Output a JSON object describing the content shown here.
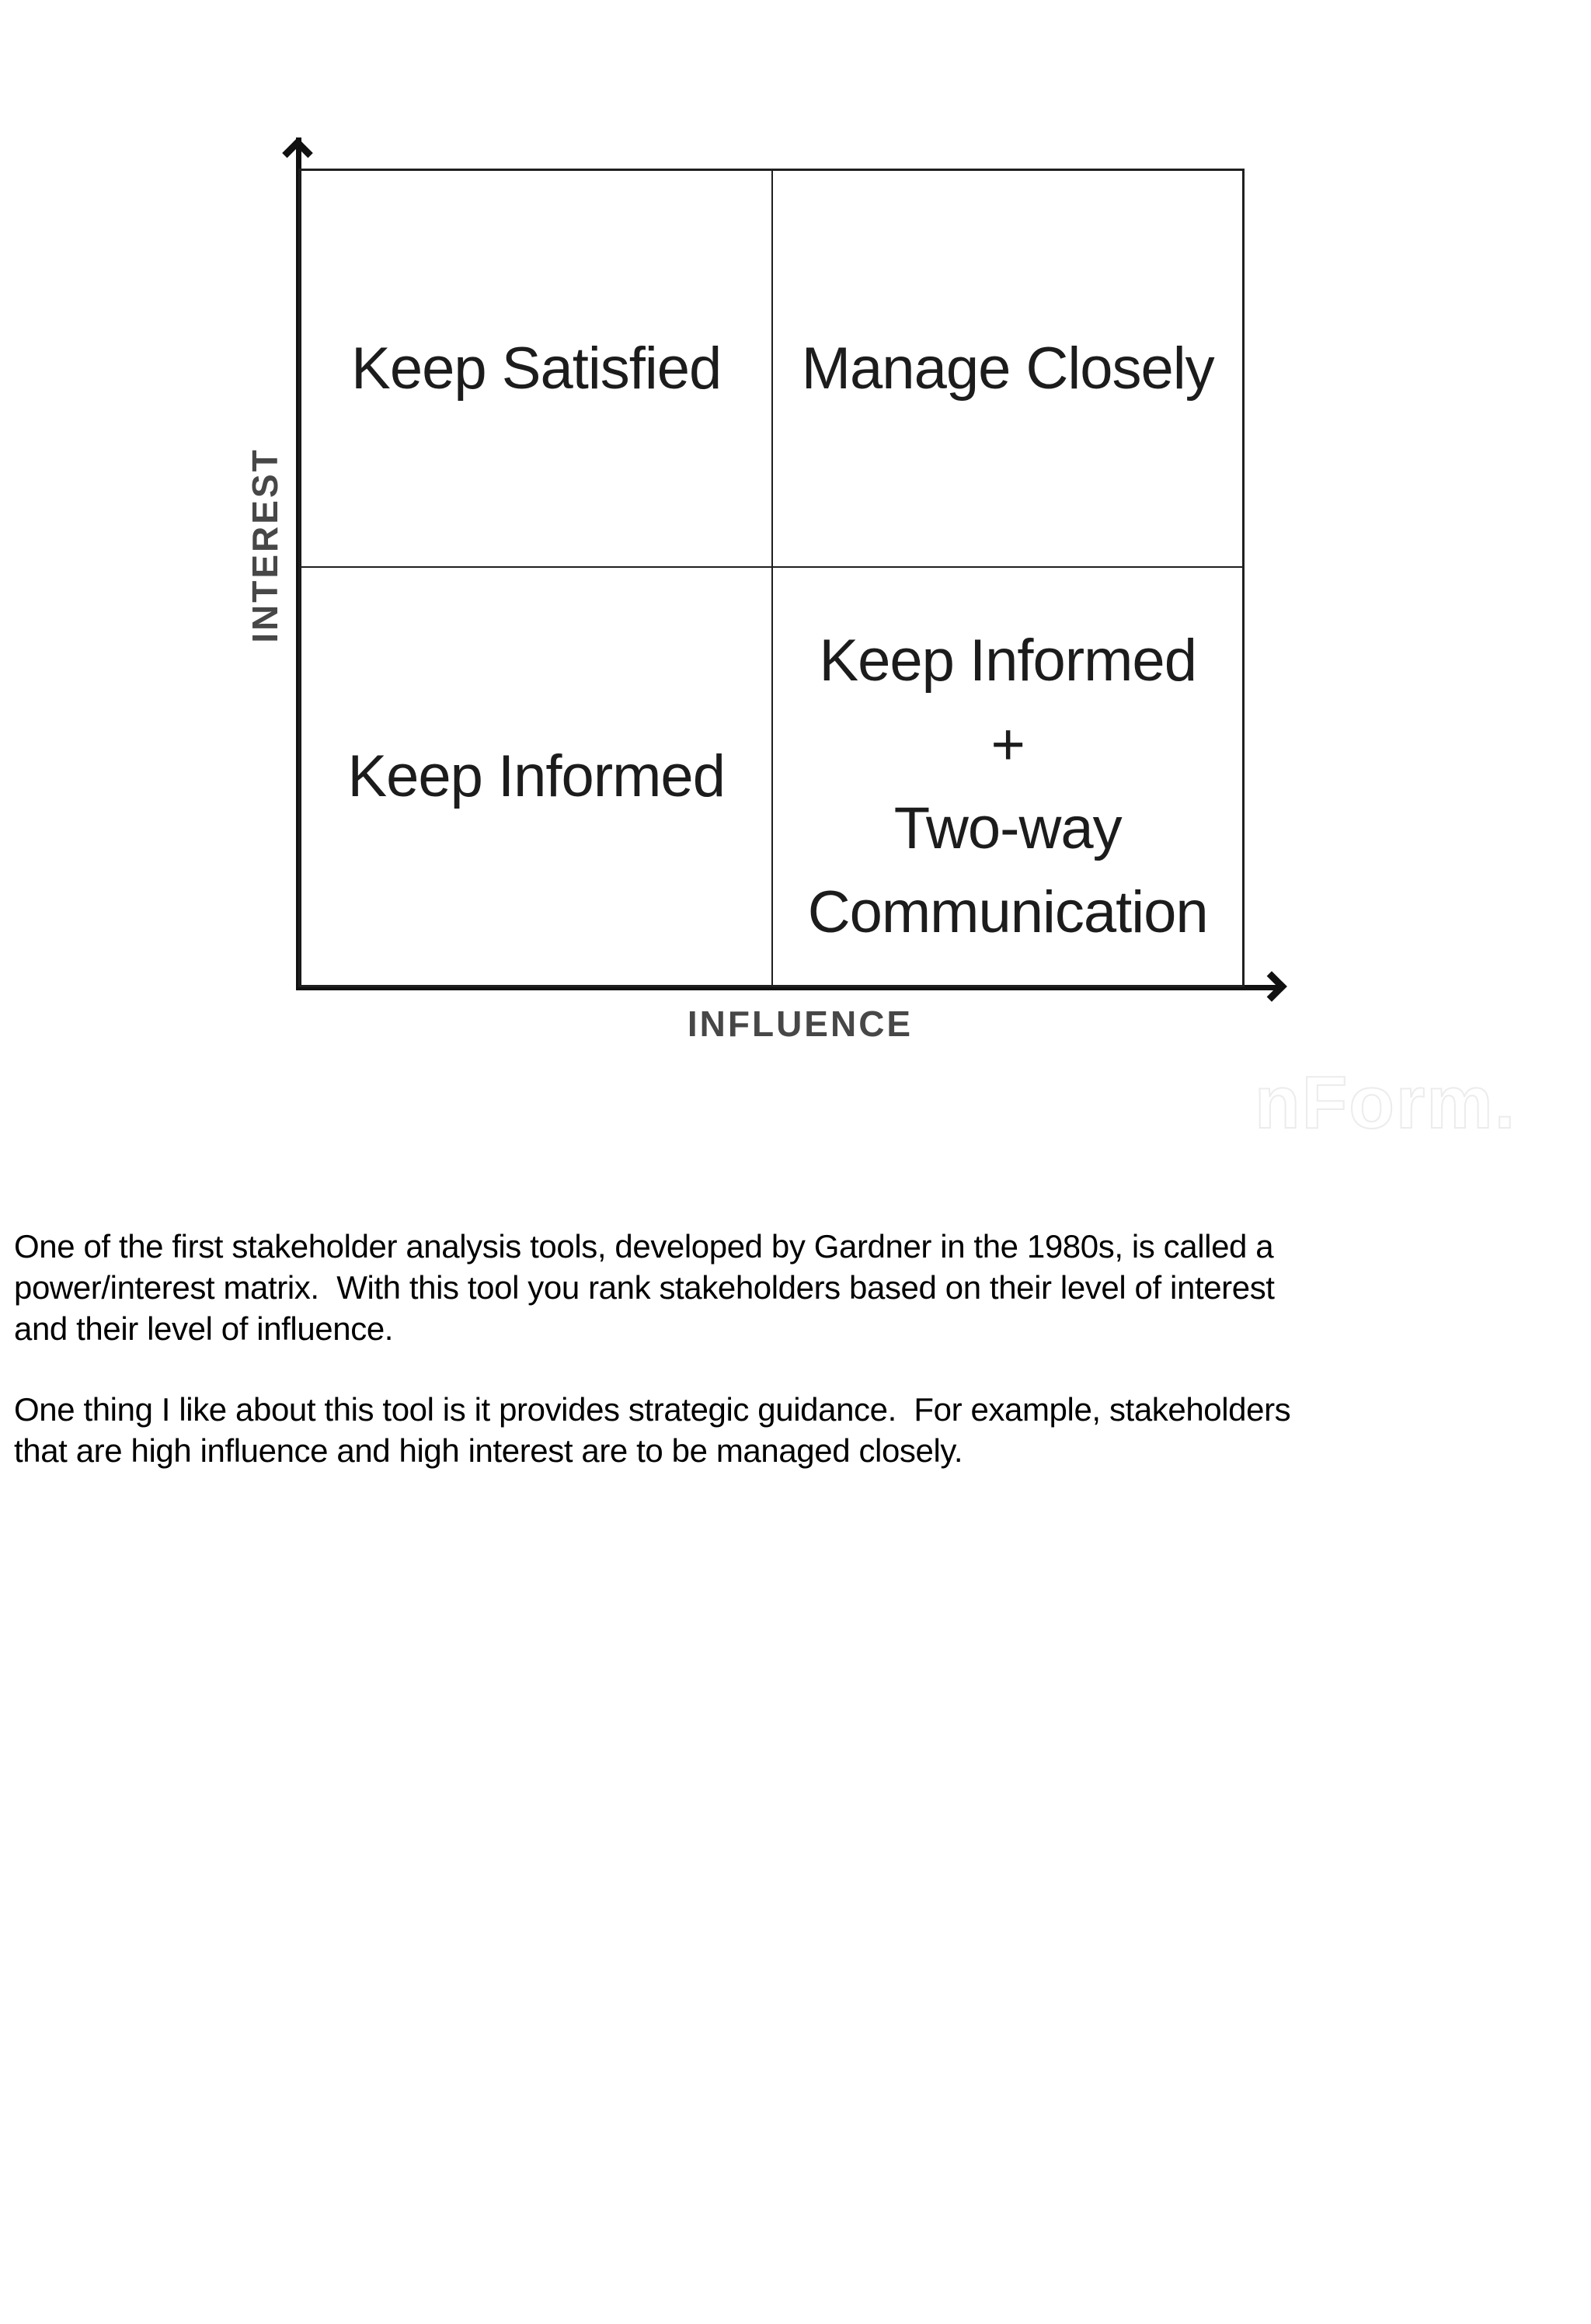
{
  "matrix": {
    "y_axis_label": "INTEREST",
    "x_axis_label": "INFLUENCE",
    "quadrants": {
      "top_left": "Keep Satisfied",
      "top_right": "Manage Closely",
      "bottom_left": "Keep Informed",
      "bottom_right": "Keep Informed\n+\nTwo-way\nCommunication"
    }
  },
  "watermark_text": "nForm.",
  "paragraphs": [
    "One of the first stakeholder analysis tools, developed by Gardner in the 1980s, is called a\npower/interest matrix.  With this tool you rank stakeholders based on their level of interest\nand their level of influence.",
    "One thing I like about this tool is it provides strategic guidance.  For example, stakeholders\nthat are high influence and high interest are to be managed closely."
  ],
  "colors": {
    "background": "#ffffff",
    "axis": "#111111",
    "axis_label": "#474747",
    "box_border": "#1f1f1f",
    "quadrant_text": "#1c1c1c",
    "body_text": "#000000",
    "watermark": "#ffffff",
    "watermark_outline": "#ececec"
  }
}
